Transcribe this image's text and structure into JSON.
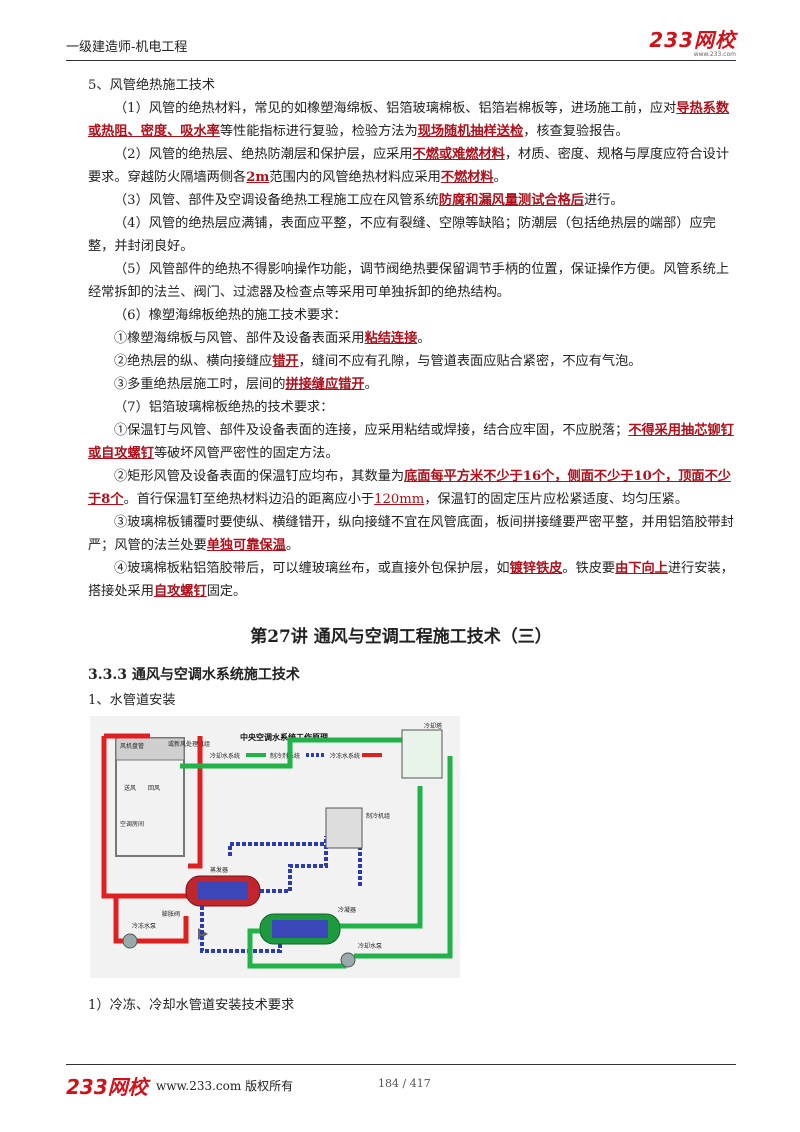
{
  "header": {
    "title": "一级建造师-机电工程",
    "logo": "233网校",
    "logo_sub": "www.233.com"
  },
  "section5": {
    "heading": "5、风管绝热施工技术",
    "p1": {
      "a": "（1）风管的绝热材料，常见的如橡塑海绵板、铝箔玻璃棉板、铝箔岩棉板等，进场施工前，应对",
      "h1": "导热系数或热阻、密度、吸水率",
      "b": "等性能指标进行复验，检验方法为",
      "h2": "现场随机抽样送检",
      "c": "，核查复验报告。"
    },
    "p2": {
      "a": "（2）风管的绝热层、绝热防潮层和保护层，应采用",
      "h1": "不燃或难燃材料",
      "b": "，材质、密度、规格与厚度应符合设计要求。穿越防火隔墙两侧各",
      "h2": "2m",
      "c": "范围内的风管绝热材料应采用",
      "h3": "不燃材料",
      "d": "。"
    },
    "p3": {
      "a": "（3）风管、部件及空调设备绝热工程施工应在风管系统",
      "h1": "防腐和漏风量测试合格后",
      "b": "进行。"
    },
    "p4": "（4）风管的绝热层应满铺，表面应平整，不应有裂缝、空隙等缺陷；防潮层（包括绝热层的端部）应完整，并封闭良好。",
    "p5": "（5）风管部件的绝热不得影响操作功能，调节阀绝热要保留调节手柄的位置，保证操作方便。风管系统上经常拆卸的法兰、阀门、过滤器及检查点等采用可单独拆卸的绝热结构。",
    "p6": "（6）橡塑海绵板绝热的施工技术要求：",
    "p6_1": {
      "a": "①橡塑海绵板与风管、部件及设备表面采用",
      "h1": "粘结连接",
      "b": "。"
    },
    "p6_2": {
      "a": "②绝热层的纵、横向接缝应",
      "h1": "错开",
      "b": "，缝间不应有孔隙，与管道表面应贴合紧密，不应有气泡。"
    },
    "p6_3": {
      "a": "③多重绝热层施工时，层间的",
      "h1": "拼接缝应错开",
      "b": "。"
    },
    "p7": "（7）铝箔玻璃棉板绝热的技术要求：",
    "p7_1": {
      "a": "①保温钉与风管、部件及设备表面的连接，应采用粘结或焊接，结合应牢固，不应脱落；",
      "h1": "不得采用抽芯铆钉或自攻螺钉",
      "b": "等破坏风管严密性的固定方法。"
    },
    "p7_2": {
      "a": "②矩形风管及设备表面的保温钉应均布，其数量为",
      "h1": "底面每平方米不少于16个，侧面不少于10个，顶面不少于8个",
      "b": "。首行保温钉至绝热材料边沿的距离应小于",
      "h2": "120mm",
      "c": "，保温钉的固定压片应松紧适度、均匀压紧。"
    },
    "p7_3": {
      "a": "③玻璃棉板铺覆时要使纵、横缝错开，纵向接缝不宜在风管底面，板间拼接缝要严密平整，并用铝箔胶带封严；风管的法兰处要",
      "h1": "单独可靠保温",
      "b": "。"
    },
    "p7_4": {
      "a": "④玻璃棉板粘铝箔胶带后，可以缠玻璃丝布，或直接外包保护层，如",
      "h1": "镀锌铁皮",
      "b": "。铁皮要",
      "h2": "由下向上",
      "c": "进行安装，搭接处采用",
      "h3": "自攻螺钉",
      "d": "固定。"
    }
  },
  "chapter_title": "第27讲  通风与空调工程施工技术（三）",
  "section333": "3.3.3 通风与空调水系统施工技术",
  "item1": "1、水管道安装",
  "diagram": {
    "title": "中央空调水系统工作原理",
    "labels": {
      "fan_coil": "风机盘管",
      "ahu": "或新风处理机组",
      "supply_air": "送风",
      "return_air": "回风",
      "room": "空调房间",
      "cooling_water": "冷却水系统",
      "refrigerant": "制冷剂系统",
      "chilled_water": "冷冻水系统",
      "cooling_tower": "冷却塔",
      "chiller": "制冷机组",
      "evaporator": "蒸发器",
      "condenser": "冷凝器",
      "expansion_valve": "膨胀阀",
      "chilled_pump": "冷冻水泵",
      "cooling_pump": "冷却水泵"
    },
    "colors": {
      "chilled": "#e02020",
      "cooling": "#1fb34a",
      "refrigerant": "#2a3cb0"
    }
  },
  "item2": "1）冷冻、冷却水管道安装技术要求",
  "footer": {
    "logo": "233网校",
    "site": "www.233.com 版权所有",
    "page": "184 / 417"
  }
}
